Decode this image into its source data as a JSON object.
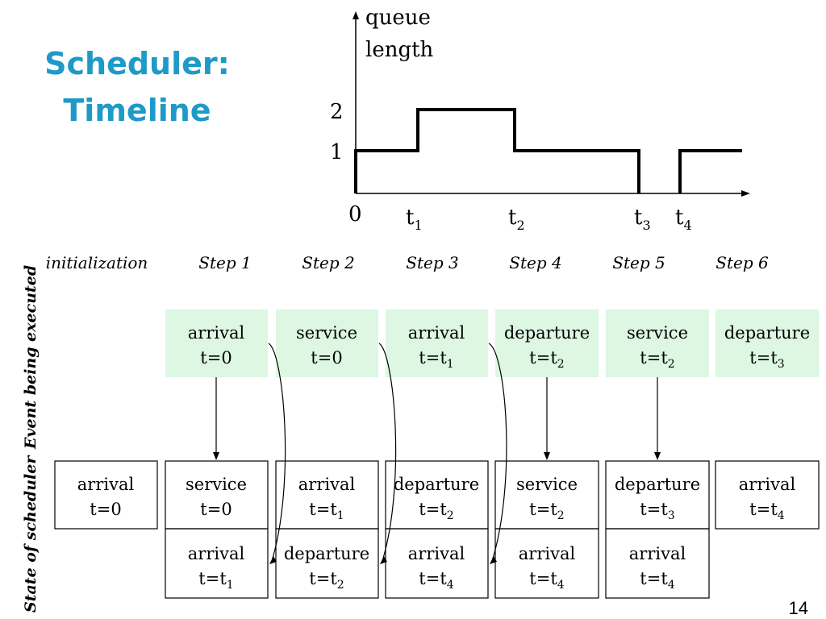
{
  "title": {
    "line1": "Scheduler:",
    "line2": "Timeline"
  },
  "axis": {
    "y_label_line1": "queue",
    "y_label_line2": "length",
    "y_ticks": [
      "2",
      "1"
    ],
    "origin": "0",
    "x_ticks": [
      {
        "base": "t",
        "sub": "1"
      },
      {
        "base": "t",
        "sub": "2"
      },
      {
        "base": "t",
        "sub": "3"
      },
      {
        "base": "t",
        "sub": "4"
      }
    ]
  },
  "steps": [
    "initialization",
    "Step 1",
    "Step 2",
    "Step 3",
    "Step 4",
    "Step 5",
    "Step 6"
  ],
  "side_labels": {
    "events": "Event being executed",
    "state": "State of scheduler"
  },
  "events": [
    {
      "name": "arrival",
      "time": "t=",
      "time_sub": "0",
      "time_sub_is_sub": false
    },
    {
      "name": "service",
      "time": "t=",
      "time_sub": "0",
      "time_sub_is_sub": false
    },
    {
      "name": "arrival",
      "time": "t=t",
      "time_sub": "1",
      "time_sub_is_sub": true
    },
    {
      "name": "departure",
      "time": "t=t",
      "time_sub": "2",
      "time_sub_is_sub": true
    },
    {
      "name": "service",
      "time": "t=t",
      "time_sub": "2",
      "time_sub_is_sub": true
    },
    {
      "name": "departure",
      "time": "t=t",
      "time_sub": "3",
      "time_sub_is_sub": true
    }
  ],
  "state_top": [
    {
      "name": "arrival",
      "time": "t=",
      "sub": "0",
      "is_sub": false
    },
    {
      "name": "service",
      "time": "t=",
      "sub": "0",
      "is_sub": false
    },
    {
      "name": "arrival",
      "time": "t=t",
      "sub": "1",
      "is_sub": true
    },
    {
      "name": "departure",
      "time": "t=t",
      "sub": "2",
      "is_sub": true
    },
    {
      "name": "service",
      "time": "t=t",
      "sub": "2",
      "is_sub": true
    },
    {
      "name": "departure",
      "time": "t=t",
      "sub": "3",
      "is_sub": true
    },
    {
      "name": "arrival",
      "time": "t=t",
      "sub": "4",
      "is_sub": true
    }
  ],
  "state_bottom": [
    {
      "name": "arrival",
      "time": "t=t",
      "sub": "1",
      "is_sub": true
    },
    {
      "name": "departure",
      "time": "t=t",
      "sub": "2",
      "is_sub": true
    },
    {
      "name": "arrival",
      "time": "t=t",
      "sub": "4",
      "is_sub": true
    },
    {
      "name": "arrival",
      "time": "t=t",
      "sub": "4",
      "is_sub": true
    },
    {
      "name": "arrival",
      "time": "t=t",
      "sub": "4",
      "is_sub": true
    }
  ],
  "page_number": "14",
  "colors": {
    "title": "#1e9ac8",
    "event_fill": "#ddf7e2"
  }
}
